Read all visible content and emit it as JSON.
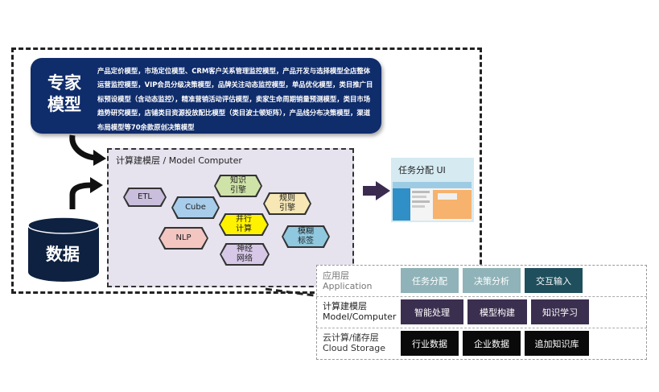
{
  "expert": {
    "title": "专家模型",
    "body": "产品定价模型，市场定位模型、CRM客户关系管理监控模型，产品开发与选择模型全店整体运营监控模型，VIP会员分级决策模型，品牌关注动态监控模型，单品优化模型，类目推广目标预设模型（含动态监控），精准营销活动评估模型，卖家生命周期销量预测模型，类目市场趋势研究模型，店铺类目资源投放配比模型（类目波士顿矩阵），产品线分布决策模型，渠道布局模型等70余款原创决策模型"
  },
  "data_label": "数据",
  "model_computer": {
    "title": "计算建模层 / Model  Computer",
    "nodes": {
      "etl": "ETL",
      "knowledge": "知识\n引擎",
      "rule": "规则\n引擎",
      "cube": "Cube",
      "parallel": "并行\n计算",
      "nlp": "NLP",
      "fuzzy": "模糊\n标签",
      "neural": "神经\n网络"
    }
  },
  "task": {
    "title": "任务分配 UI"
  },
  "layers": {
    "application": {
      "label_cn": "应用层",
      "label_en": "Application",
      "cells": [
        "任务分配",
        "决策分析",
        "交互输入"
      ]
    },
    "model": {
      "label_cn": "计算建模层",
      "label_en": "Model/Computer",
      "cells": [
        "智能处理",
        "模型构建",
        "知识学习"
      ]
    },
    "storage": {
      "label_cn": "云计算/储存层",
      "label_en": "Cloud Storage",
      "cells": [
        "行业数据",
        "企业数据",
        "追加知识库"
      ]
    }
  },
  "colors": {
    "expert_bg": "#0f2c6b",
    "app_cell": "#8fb3b8",
    "app_cell_dark": "#1f4f5c",
    "model_cell": "#3b2f4f",
    "storage_cell": "#0a0a0a",
    "arrow": "#3b2b4f"
  }
}
